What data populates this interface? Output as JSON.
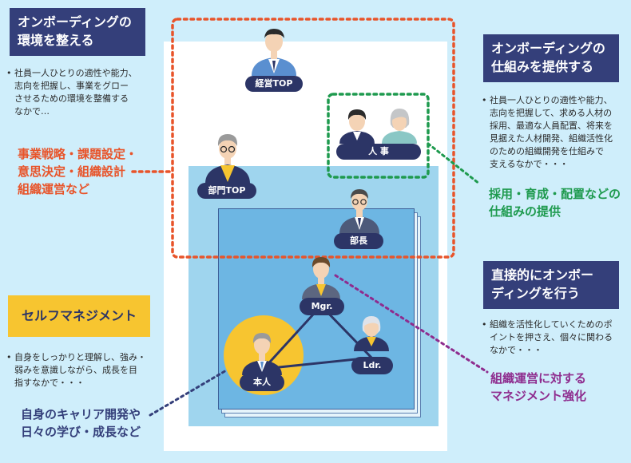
{
  "colors": {
    "background": "#cfeefb",
    "navy": "#343f7a",
    "orange": "#e8542a",
    "green": "#1e9a4e",
    "purple": "#8e2c8e",
    "yellow": "#f7c530",
    "panel_blue": "#9fd5ee",
    "inner_blue": "#6db6e3"
  },
  "left_top": {
    "title_line1": "オンボーディングの",
    "title_line2": "環境を整える",
    "note_lines": [
      "社員一人ひとりの適性や能力、",
      "志向を把握し、事業をグロー",
      "させるための環境を整備する",
      "なかで…"
    ],
    "accent_lines": [
      "事業戦略・課題設定・",
      "意思決定・組織設計",
      "組織運営など"
    ]
  },
  "left_bottom": {
    "title": "セルフマネジメント",
    "note_lines": [
      "自身をしっかりと理解し、強み・",
      "弱みを意識しながら、成長を目",
      "指すなかで・・・"
    ],
    "accent_lines": [
      "自身のキャリア開発や",
      "日々の学び・成長など"
    ]
  },
  "right_top": {
    "title_line1": "オンボーディングの",
    "title_line2": "仕組みを提供する",
    "note_lines": [
      "社員一人ひとりの適性や能力、",
      "志向を把握して、求める人材の",
      "採用、最適な人員配置、将来を",
      "見据えた人材開発、組織活性化",
      "のための組織開発を仕組みで",
      "支えるなかで・・・"
    ],
    "accent_lines": [
      "採用・育成・配置などの",
      "仕組みの提供"
    ]
  },
  "right_bottom": {
    "title_line1": "直接的にオンボー",
    "title_line2": "ディングを行う",
    "note_lines": [
      "組織を活性化していくためのポ",
      "イントを押さえ、個々に関わる",
      "なかで・・・"
    ],
    "accent_lines": [
      "組織運営に対する",
      "マネジメント強化"
    ]
  },
  "people": {
    "ceo": "経営TOP",
    "hr": "人 事",
    "division": "部門TOP",
    "manager_head": "部長",
    "mgr": "Mgr.",
    "ldr": "Ldr.",
    "self": "本人"
  },
  "icons": [
    "person-ceo-icon",
    "person-hr-male-icon",
    "person-hr-female-icon",
    "person-division-icon",
    "person-manager-icon",
    "person-mgr-icon",
    "person-ldr-icon",
    "person-self-icon"
  ]
}
